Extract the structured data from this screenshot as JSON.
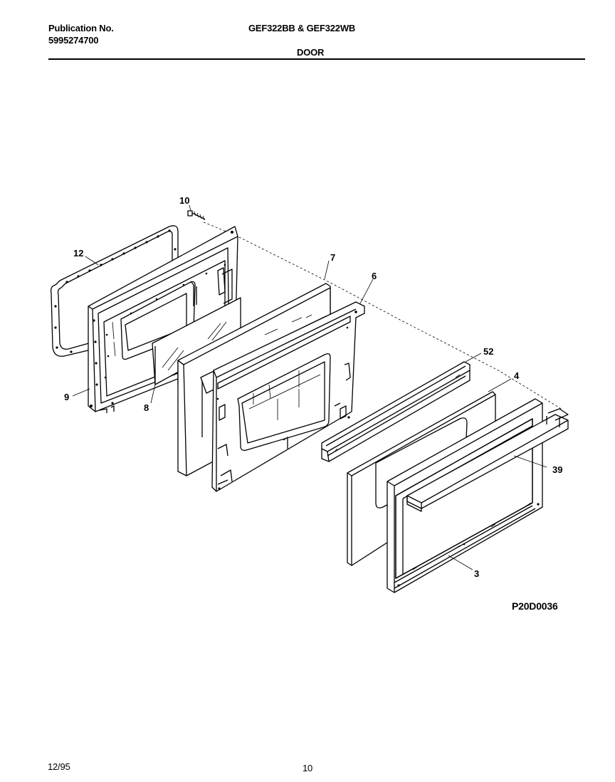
{
  "header": {
    "publication_label": "Publication No.",
    "publication_number": "5995274700",
    "models": "GEF322BB & GEF322WB",
    "section": "DOOR"
  },
  "diagram": {
    "figure_code": "P20D0036",
    "callouts": {
      "c10": "10",
      "c12": "12",
      "c7": "7",
      "c6": "6",
      "c52": "52",
      "c4": "4",
      "c39": "39",
      "c9": "9",
      "c8": "8",
      "c3": "3"
    }
  },
  "footer": {
    "date": "12/95",
    "page": "10"
  }
}
